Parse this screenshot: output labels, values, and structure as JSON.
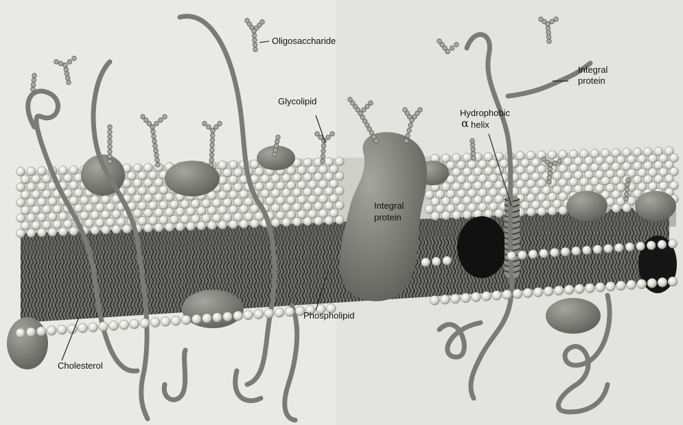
{
  "diagram": {
    "labels": {
      "oligosaccharide": "Oligosaccharide",
      "glycolipid": "Glycolipid",
      "integral_protein_center_line1": "Integral",
      "integral_protein_center_line2": "protein",
      "integral_protein_right_line1": "Integral",
      "integral_protein_right_line2": "protein",
      "hydrophobic_line1": "Hydrophobic",
      "hydrophobic_alpha": "α",
      "hydrophobic_helix": "helix",
      "phospholipid": "Phospholipid",
      "cholesterol": "Cholesterol"
    }
  }
}
